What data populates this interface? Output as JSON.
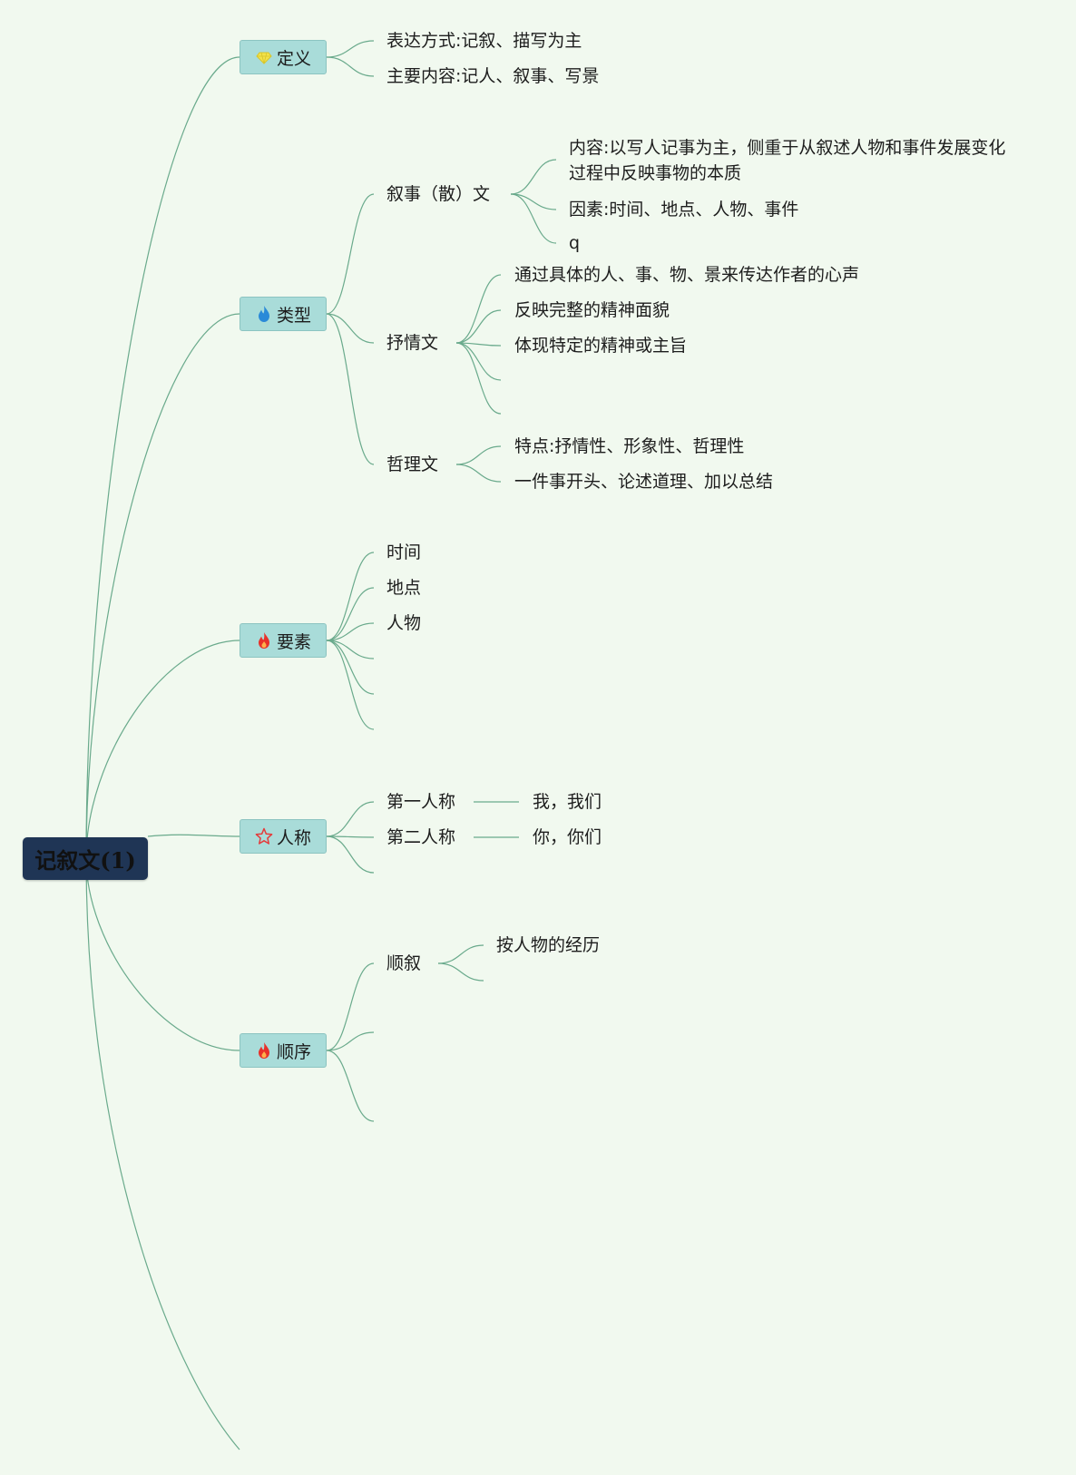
{
  "root": {
    "title": "记叙文(1)"
  },
  "branches": {
    "definition": {
      "label": "定义",
      "icon": "gem-icon",
      "children": [
        "表达方式:记叙、描写为主",
        "主要内容:记人、叙事、写景"
      ]
    },
    "types": {
      "label": "类型",
      "icon": "blue-flame-icon",
      "narrative": {
        "label": "叙事（散）文",
        "children": [
          "内容:以写人记事为主，侧重于从叙述人物和事件发展变化过程中反映事物的本质",
          "因素:时间、地点、人物、事件",
          "q"
        ]
      },
      "lyric": {
        "label": "抒情文",
        "children": [
          "通过具体的人、事、物、景来传达作者的心声",
          "反映完整的精神面貌",
          "体现特定的精神或主旨"
        ]
      },
      "philosophy": {
        "label": "哲理文",
        "children": [
          "特点:抒情性、形象性、哲理性",
          "一件事开头、论述道理、加以总结"
        ]
      }
    },
    "elements": {
      "label": "要素",
      "icon": "red-flame-icon",
      "children": [
        "时间",
        "地点",
        "人物"
      ]
    },
    "person": {
      "label": "人称",
      "icon": "star-icon",
      "first": {
        "label": "第一人称",
        "value": "我，我们"
      },
      "second": {
        "label": "第二人称",
        "value": "你，你们"
      }
    },
    "order": {
      "label": "顺序",
      "icon": "red-flame-icon",
      "chronological": {
        "label": "顺叙",
        "children": [
          "按人物的经历"
        ]
      }
    }
  },
  "colors": {
    "background": "#f1f9ef",
    "root": "#1f3555",
    "branch": "#a9dcd9",
    "line": "#6aaa8c",
    "red_flame": "#e8312a",
    "blue_flame": "#2a8ad8",
    "gem": "#f2e24a",
    "star": "#e43b3b"
  }
}
